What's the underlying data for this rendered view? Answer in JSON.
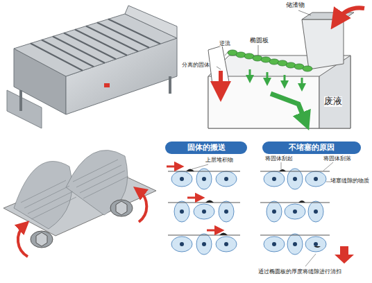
{
  "diagram": {
    "nodes": [
      {
        "text": [
          "固体的搬送"
        ]
      },
      {
        "text": [
          "不堵塞的原因"
        ]
      }
    ],
    "labels": [
      "储渣物",
      "椭圆板",
      "逆流",
      "分离的固体",
      "废液",
      "上层堆积物",
      "将固体刮起",
      "将固体刮落",
      "堵塞缝隙的物质",
      "通过椭圆板的厚度将缝隙进行清扫"
    ]
  }
}
